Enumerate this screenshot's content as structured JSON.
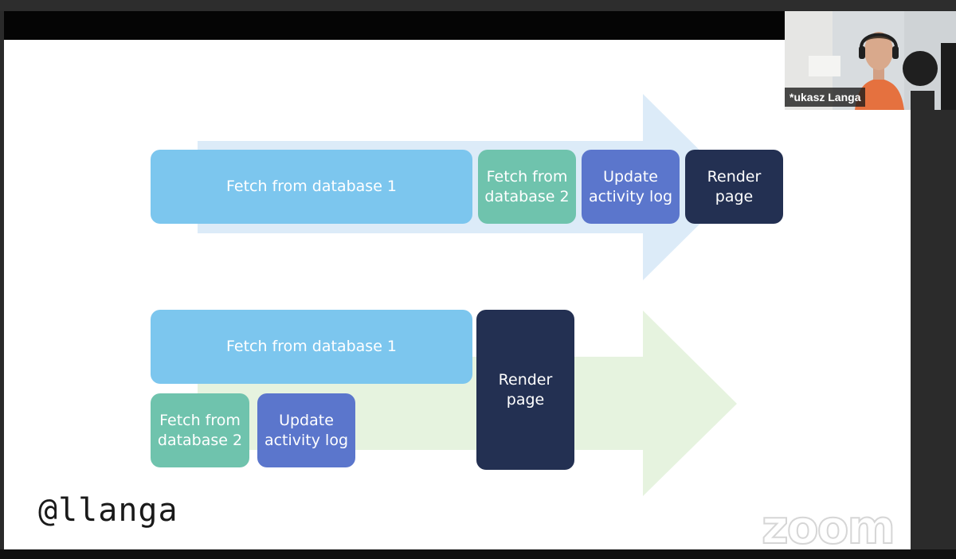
{
  "top_diagram": {
    "fetch_db1": "Fetch from database 1",
    "fetch_db2": "Fetch from\ndatabase 2",
    "update_log": "Update\nactivity log",
    "render_page": "Render\npage"
  },
  "bottom_diagram": {
    "fetch_db1": "Fetch from database 1",
    "fetch_db2": "Fetch from\ndatabase 2",
    "update_log": "Update\nactivity log",
    "render_page": "Render\npage"
  },
  "handle": "@llanga",
  "watermark": "zoom",
  "participant": {
    "name": "*ukasz Langa"
  },
  "colors": {
    "fetch_db1": "#7cc6ee",
    "fetch_db2": "#6fc3ad",
    "update_log": "#5b76cc",
    "render_page": "#233052",
    "top_arrow": "#dcebf8",
    "bottom_arrow": "#e6f3df",
    "name_tag_bg": "#1e1e1e"
  },
  "icons": [
    "webcam-video",
    "zoom-logo"
  ]
}
